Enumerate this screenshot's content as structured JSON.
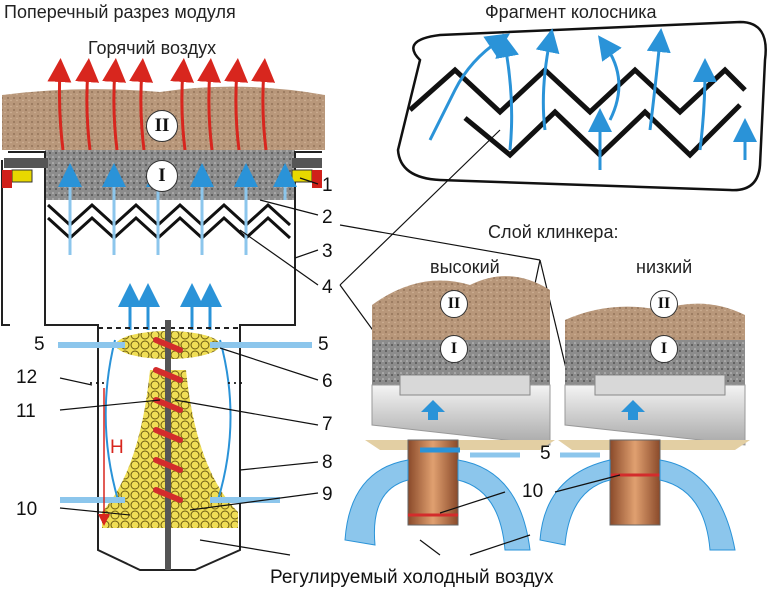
{
  "titles": {
    "section": "Поперечный разрез модуля",
    "hot_air": "Горячий воздух",
    "grate_fragment": "Фрагмент колосника",
    "clinker_layer": "Слой клинкера:",
    "high": "высокий",
    "low": "низкий",
    "cold_air": "Регулируемый холодный воздух"
  },
  "layers": {
    "upper": "II",
    "lower": "I"
  },
  "callouts": {
    "n1": "1",
    "n2": "2",
    "n3": "3",
    "n4": "4",
    "n5": "5",
    "n5b": "5",
    "n6": "6",
    "n7": "7",
    "n8": "8",
    "n9": "9",
    "n10": "10",
    "n11": "11",
    "n12": "12",
    "h": "H",
    "n5r": "5",
    "n10r": "10"
  },
  "colors": {
    "hot_air_arrow": "#d8261e",
    "cold_air_arrow": "#2a93d8",
    "clinker": "#b8977a",
    "grate": "#1a1a1a",
    "screw": "#d32c2c",
    "granules": "#e8d23a"
  }
}
